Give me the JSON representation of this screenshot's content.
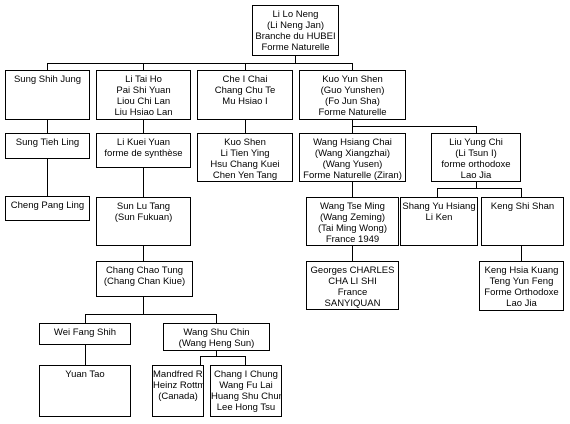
{
  "nodes": {
    "li_lo_neng": [
      "Li Lo Neng",
      "(Li Neng Jan)",
      "Branche du HUBEI",
      "Forme Naturelle"
    ],
    "sung_shih_jung": [
      "Sung Shih Jung"
    ],
    "li_tai_ho": [
      "Li Tai Ho",
      "Pai Shi Yuan",
      "Liou Chi Lan",
      "Liu Hsiao Lan"
    ],
    "che_i_chai": [
      "Che I Chai",
      "Chang Chu Te",
      "Mu Hsiao I"
    ],
    "kuo_yun_shen": [
      "Kuo Yun Shen",
      "(Guo Yunshen)",
      "(Fo Jun Sha)",
      "Forme Naturelle"
    ],
    "sung_tieh_ling": [
      "Sung Tieh Ling"
    ],
    "li_kuei_yuan": [
      "Li Kuei Yuan",
      "forme de synthèse"
    ],
    "kuo_shen": [
      "Kuo Shen",
      "Li Tien Ying",
      "Hsu Chang Kuei",
      "Chen Yen Tang"
    ],
    "wang_hsiang_chai": [
      "Wang Hsiang Chai",
      "(Wang Xiangzhai)",
      "(Wang Yusen)",
      "Forme Naturelle (Ziran)"
    ],
    "liu_yung_chi": [
      "Liu Yung Chi",
      "(Li Tsun I)",
      "forme orthodoxe",
      "Lao Jia"
    ],
    "cheng_pang_ling": [
      "Cheng Pang Ling"
    ],
    "sun_lu_tang": [
      "Sun Lu Tang",
      "(Sun Fukuan)"
    ],
    "wang_tse_ming": [
      "Wang Tse Ming",
      "(Wang Zeming)",
      "(Tai Ming Wong)",
      "France 1949"
    ],
    "shang_yu_hsiang": [
      "Shang Yu Hsiang",
      "Li Ken"
    ],
    "keng_shi_shan": [
      "Keng Shi Shan"
    ],
    "chang_chao_tung": [
      "Chang Chao Tung",
      "(Chang Chan Kiue)"
    ],
    "georges_charles": [
      "Georges CHARLES",
      "CHA LI SHI",
      "France",
      "SANYIQUAN"
    ],
    "keng_hsia_kuang": [
      "Keng Hsia Kuang",
      "Teng Yun Feng",
      "Forme Orthodoxe",
      "Lao Jia"
    ],
    "wei_fang_shih": [
      "Wei Fang Shih"
    ],
    "wang_shu_chin": [
      "Wang Shu Chin",
      "(Wang Heng Sun)"
    ],
    "yuan_tao": [
      "Yuan Tao"
    ],
    "mandfred_rottman": [
      "Mandfred Rottman",
      "Heinz Rottmann",
      "(Canada)"
    ],
    "chang_i_chung": [
      "Chang I Chung",
      "Wang Fu Lai",
      "Huang Shu Chun",
      "Lee Hong Tsu"
    ]
  }
}
